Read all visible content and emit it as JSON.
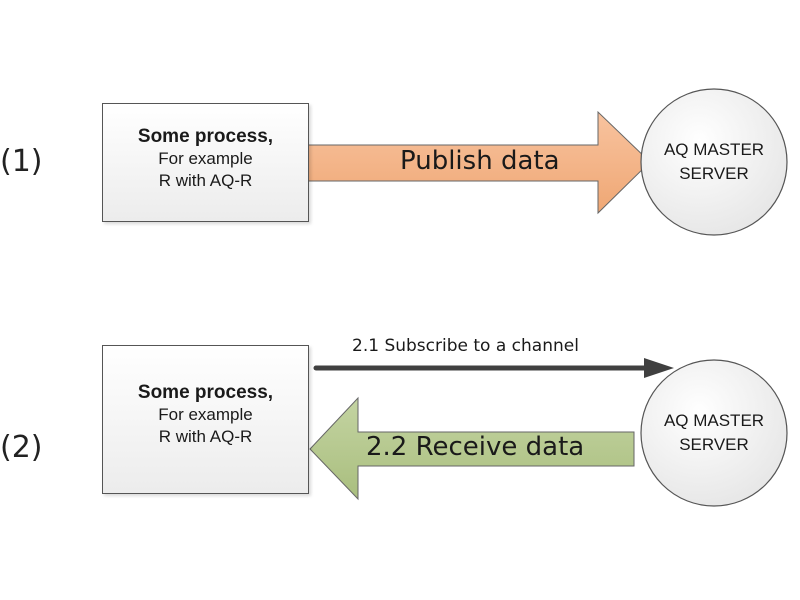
{
  "row1": {
    "step_label": "(1)",
    "process_title": "Some process,",
    "process_line1": "For example",
    "process_line2": "R with AQ-R",
    "arrow_label": "Publish data",
    "server_line1": "AQ MASTER",
    "server_line2": "SERVER"
  },
  "row2": {
    "step_label": "(2)",
    "process_title": "Some process,",
    "process_line1": "For example",
    "process_line2": "R with AQ-R",
    "subscribe_label": "2.1 Subscribe to a channel",
    "arrow_label": "2.2 Receive data",
    "server_line1": "AQ MASTER",
    "server_line2": "SERVER"
  },
  "colors": {
    "publish_arrow": "#f5b58a",
    "receive_arrow": "#b5c98a",
    "subscribe_line": "#404040"
  }
}
